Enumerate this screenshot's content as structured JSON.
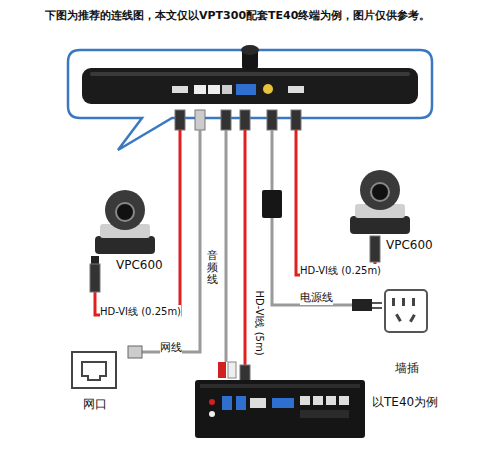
{
  "diagram": {
    "title": "下图为推荐的连线图，本文仅以VPT300配套TE40终端为例，图片仅供参考。",
    "nodes": [
      {
        "text": [
          "VPC600"
        ]
      },
      {
        "text": [
          "VPC600"
        ]
      },
      {
        "text": [
          "墙插"
        ]
      },
      {
        "text": [
          "网口"
        ]
      },
      {
        "text": [
          "以TE40为例"
        ]
      }
    ],
    "labels": [
      "音频线",
      "HD-VI线 (0.25m)",
      "电源线",
      "HD-VI线 (0.25m)",
      "HD-VI线 (5m)",
      "网线"
    ]
  }
}
